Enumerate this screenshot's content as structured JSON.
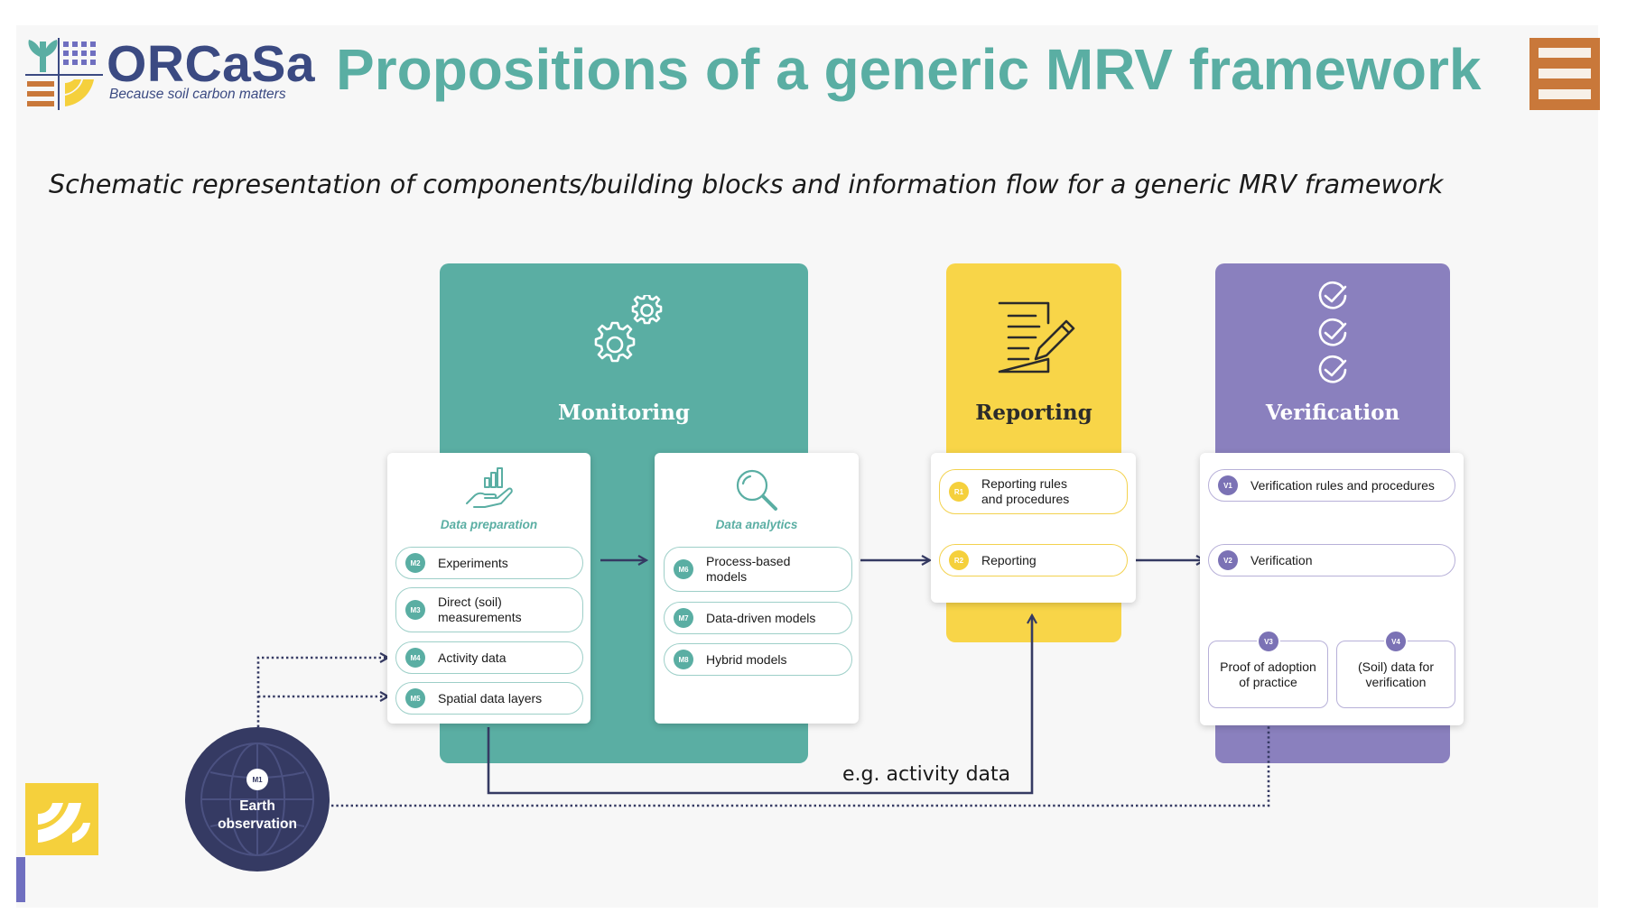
{
  "header": {
    "logo_name": "ORCaSa",
    "logo_tagline": "Because soil carbon matters",
    "title": "Propositions of a generic MRV framework",
    "subtitle": "Schematic representation of components/building blocks and information flow for a generic MRV framework",
    "menu_icon": "hamburger-menu-icon"
  },
  "colors": {
    "teal": "#5aaea3",
    "yellow": "#f8d548",
    "purple": "#8a80be",
    "navy": "#353a63",
    "orange": "#c9783a"
  },
  "monitoring": {
    "title": "Monitoring",
    "icon": "gears-icon",
    "data_preparation": {
      "heading": "Data preparation",
      "icon": "hand-chart-icon",
      "items": [
        {
          "code": "M2",
          "label": "Experiments"
        },
        {
          "code": "M3",
          "label": "Direct (soil)\nmeasurements"
        },
        {
          "code": "M4",
          "label": "Activity data"
        },
        {
          "code": "M5",
          "label": "Spatial data layers"
        }
      ]
    },
    "data_analytics": {
      "heading": "Data analytics",
      "icon": "magnifier-icon",
      "items": [
        {
          "code": "M6",
          "label": "Process-based\nmodels"
        },
        {
          "code": "M7",
          "label": "Data-driven models"
        },
        {
          "code": "M8",
          "label": "Hybrid models"
        }
      ]
    }
  },
  "reporting": {
    "title": "Reporting",
    "icon": "document-pencil-icon",
    "items": [
      {
        "code": "R1",
        "label": "Reporting rules\nand procedures"
      },
      {
        "code": "R2",
        "label": "Reporting"
      }
    ]
  },
  "verification": {
    "title": "Verification",
    "icon": "checkmarks-icon",
    "items": [
      {
        "code": "V1",
        "label": "Verification rules and procedures"
      },
      {
        "code": "V2",
        "label": "Verification"
      },
      {
        "code": "V3",
        "label": "Proof of adoption\nof practice"
      },
      {
        "code": "V4",
        "label": "(Soil) data for\nverification"
      }
    ]
  },
  "earth_observation": {
    "code": "M1",
    "label": "Earth\nobservation",
    "icon": "globe-icon"
  },
  "flow_label": "e.g. activity data"
}
